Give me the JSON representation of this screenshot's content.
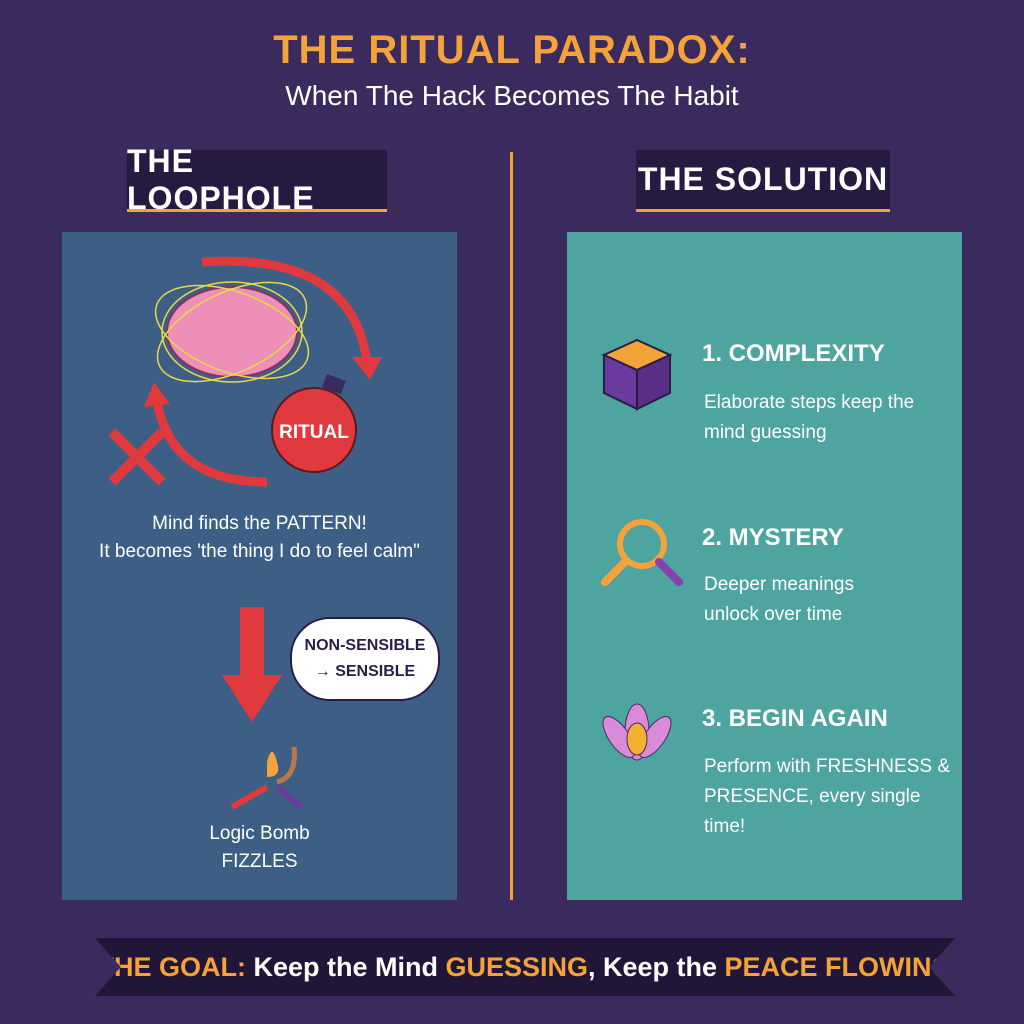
{
  "header": {
    "title": "THE RITUAL PARADOX:",
    "subtitle": "When The Hack Becomes The Habit"
  },
  "left": {
    "heading": "THE LOOPHOLE",
    "bomb_label": "RITUAL",
    "pattern_line1": "Mind finds the PATTERN!",
    "pattern_line2": "It becomes 'the thing I do to feel calm\"",
    "thought_line1": "NON-SENSIBLE",
    "thought_line2": "→ SENSIBLE",
    "result_line1": "Logic Bomb",
    "result_line2": "FIZZLES"
  },
  "right": {
    "heading": "THE SOLUTION",
    "items": [
      {
        "title": "1. COMPLEXITY",
        "desc": "Elaborate steps keep the mind guessing",
        "icon": "puzzle-cube-icon"
      },
      {
        "title": "2. MYSTERY",
        "desc": "Deeper meanings unlock over time",
        "icon": "magnifier-icon"
      },
      {
        "title": "3. BEGIN AGAIN",
        "desc": "Perform with FRESHNESS & PRESENCE, every single time!",
        "icon": "lotus-icon"
      }
    ]
  },
  "footer": {
    "goal": "THE GOAL:",
    "p1": " Keep the Mind ",
    "guessing": "GUESSING",
    "p2": ", Keep the ",
    "peace": "PEACE FLOWING"
  },
  "colors": {
    "accent": "#f4a23a",
    "bg": "#3b2a5e",
    "left_panel": "#3d5f86",
    "right_panel": "#4ea59f"
  }
}
